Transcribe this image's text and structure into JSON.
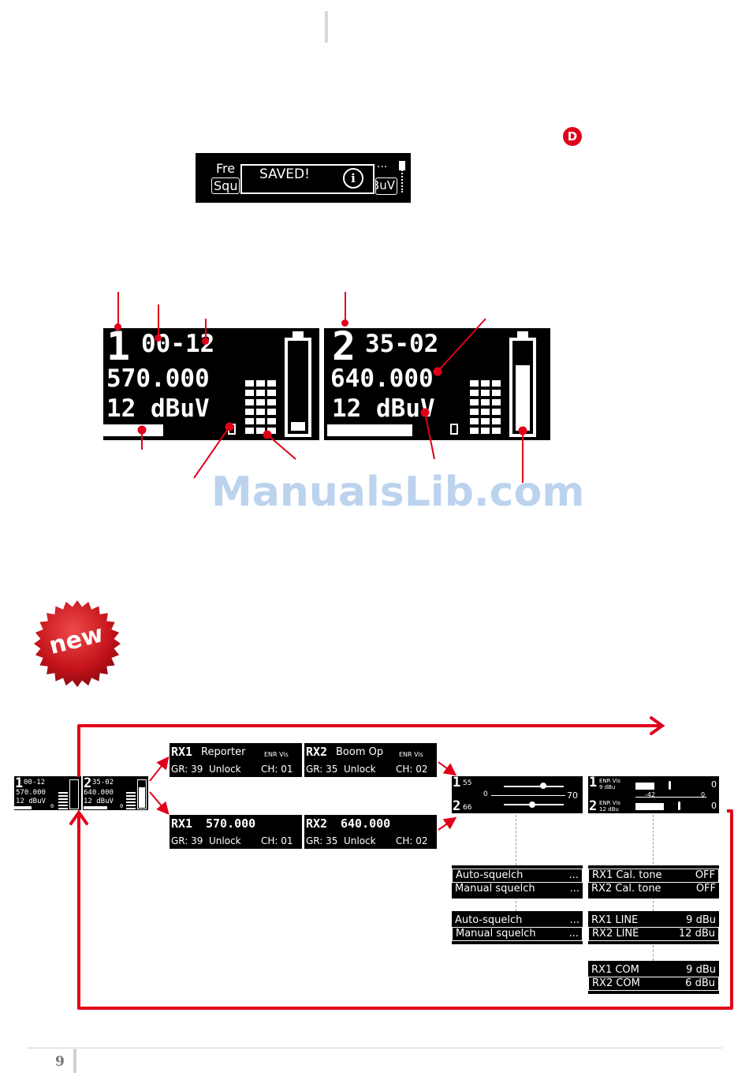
{
  "header": {
    "badge_letter": "D"
  },
  "saved_popup": {
    "left_top": "Fre",
    "left_bottom": "Squ",
    "message": "SAVED!",
    "info_icon": "i",
    "right_top": "...",
    "right_bottom": "dBuV"
  },
  "main_display": {
    "rx1": {
      "number": "1",
      "group_channel": "00-12",
      "frequency": "570.000",
      "level": "12 dBuV",
      "mute_indicator": "0",
      "meter_fill": 0.1
    },
    "rx2": {
      "number": "2",
      "group_channel": "35-02",
      "frequency": "640.000",
      "level": "12 dBuV",
      "mute_indicator": "0",
      "meter_fill": 0.75
    }
  },
  "watermark": "ManualsLib.com",
  "new_badge": "new",
  "flow": {
    "mini": {
      "rx1_num": "1",
      "rx1_gc": "00-12",
      "rx1_freq": "570.000",
      "rx1_lvl": "12 dBuV",
      "rx1_zero": "0",
      "rx2_num": "2",
      "rx2_gc": "35-02",
      "rx2_freq": "640.000",
      "rx2_lvl": "12 dBuV",
      "rx2_zero": "0"
    },
    "name_screen": {
      "rx1": {
        "title": "RX1",
        "name": "Reporter",
        "tag": "ENR Vis",
        "gr": "GR: 39",
        "lock": "Unlock",
        "ch": "CH: 01"
      },
      "rx2": {
        "title": "RX2",
        "name": "Boom Op",
        "tag": "ENR Vis",
        "gr": "GR: 35",
        "lock": "Unlock",
        "ch": "CH: 02"
      }
    },
    "freq_screen": {
      "rx1": {
        "title": "RX1",
        "freq": "570.000",
        "gr": "GR: 39",
        "lock": "Unlock",
        "ch": "CH: 01"
      },
      "rx2": {
        "title": "RX2",
        "freq": "640.000",
        "gr": "GR: 35",
        "lock": "Unlock",
        "ch": "CH: 02"
      }
    },
    "squelch_screen": {
      "r1": "1",
      "v1": "55",
      "r2": "2",
      "v2": "66",
      "zero": "0",
      "max": "70"
    },
    "level_screen": {
      "r1": "1",
      "t1": "ENR Vis",
      "v1": "9 dBu",
      "r2": "2",
      "t2": "ENR Vis",
      "v2": "12 dBu",
      "scale": "-42",
      "zero": "0",
      "z1": "0",
      "z2": "0"
    },
    "menus": [
      {
        "items": [
          {
            "label": "Auto-squelch",
            "value": "..."
          },
          {
            "label": "Manual squelch",
            "value": "..."
          }
        ],
        "selected": 0
      },
      {
        "items": [
          {
            "label": "Auto-squelch",
            "value": "..."
          },
          {
            "label": "Manual squelch",
            "value": "..."
          }
        ],
        "selected": 1
      },
      {
        "items": [
          {
            "label": "RX1 Cal. tone",
            "value": "OFF"
          },
          {
            "label": "RX2 Cal. tone",
            "value": "OFF"
          }
        ],
        "selected": 0
      },
      {
        "items": [
          {
            "label": "RX1 LINE",
            "value": "9 dBu"
          },
          {
            "label": "RX2 LINE",
            "value": "12 dBu"
          }
        ],
        "selected": 1
      },
      {
        "items": [
          {
            "label": "RX1 COM",
            "value": "9 dBu"
          },
          {
            "label": "RX2 COM",
            "value": "6 dBu"
          }
        ],
        "selected": 1
      }
    ]
  },
  "footer": {
    "page_number": "9"
  },
  "colors": {
    "accent_red": "#e0001a",
    "lcd_bg": "#000000",
    "watermark": "#bcd3ee"
  }
}
